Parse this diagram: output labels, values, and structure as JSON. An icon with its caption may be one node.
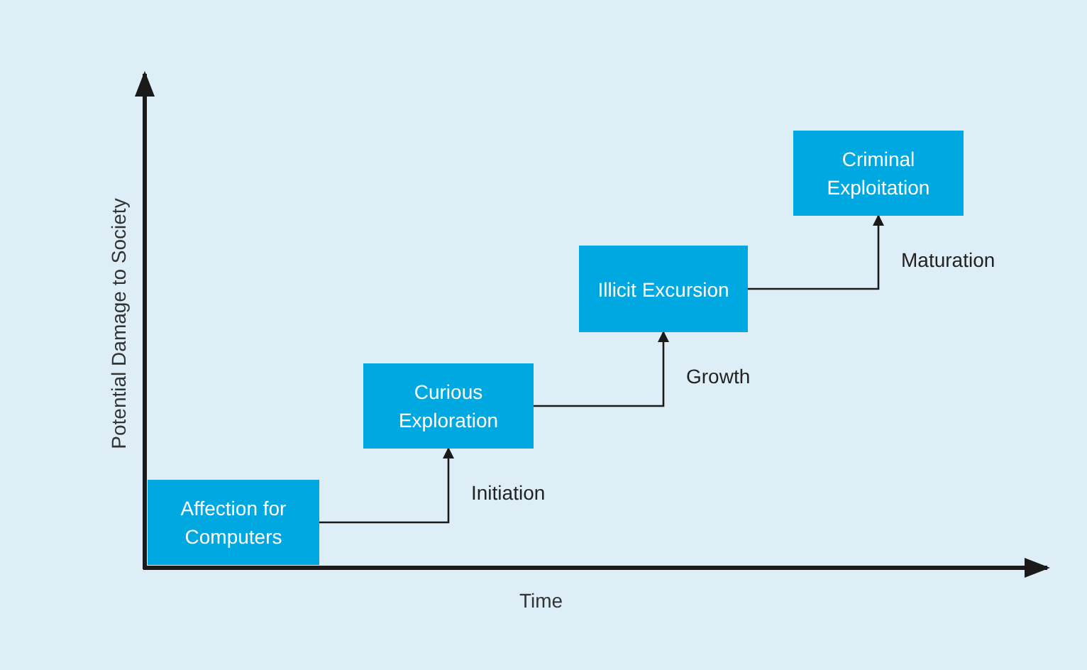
{
  "diagram": {
    "nodes": [
      {
        "text": [
          "Affection for Computers"
        ]
      },
      {
        "text": [
          "Curious Exploration"
        ]
      },
      {
        "text": [
          "Illicit Excursion"
        ]
      },
      {
        "text": [
          "Criminal Exploitation"
        ]
      }
    ],
    "edges": [
      {
        "from": 0,
        "to": 1,
        "arrow": "to",
        "label": "Initiation"
      },
      {
        "from": 1,
        "to": 2,
        "arrow": "to",
        "label": "Growth"
      },
      {
        "from": 2,
        "to": 3,
        "arrow": "to",
        "label": "Maturation"
      }
    ],
    "labels": [
      "Potential Damage to Society",
      "Time"
    ]
  }
}
